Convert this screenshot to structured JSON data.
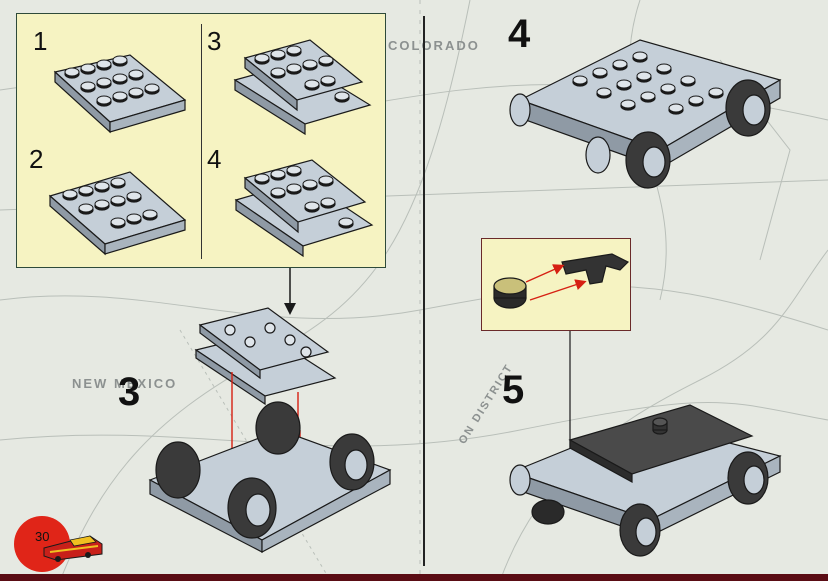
{
  "map_labels": {
    "colorado": "COLORADO",
    "new_mexico": "NEW MEXICO",
    "division": "ON DISTRICT"
  },
  "substeps": [
    "1",
    "2",
    "3",
    "4"
  ],
  "steps": {
    "step3": "3",
    "step4": "4",
    "step5": "5"
  },
  "page": {
    "number": "30"
  },
  "colors": {
    "brick": "#c5cfd8",
    "brick_shade": "#8f9aa5",
    "outline": "#1a1a1a",
    "panel": "#f6f3c2",
    "arrow_red": "#d61f12",
    "wheel": "#3a3a3a",
    "dark_plate": "#4a4a4a",
    "page_circle": "#e02518"
  }
}
